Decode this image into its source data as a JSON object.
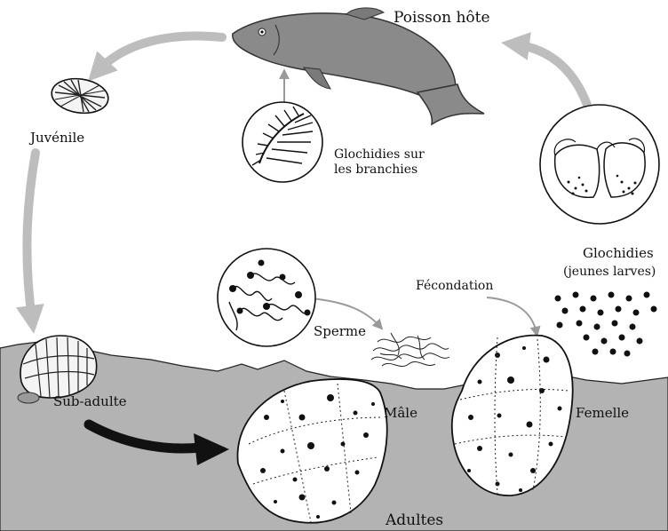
{
  "diagram": {
    "labels": {
      "host_fish": "Poisson hôte",
      "juvenile": "Juvénile",
      "glochidia_gills": "Glochidies sur les branchies",
      "glochidia": "Glochidies",
      "glochidia_sub": "(jeunes larves)",
      "fertilization": "Fécondation",
      "sperm": "Sperme",
      "sub_adult": "Sub-adulte",
      "male": "Mâle",
      "female": "Femelle",
      "adults": "Adultes"
    },
    "colors": {
      "sediment": "#b3b3b3",
      "arrow_gray": "#bdbdbd",
      "fish": "#8a8a8a",
      "ink": "#111111"
    },
    "icons": [
      "fish-icon",
      "juvenile-mussel-icon",
      "gill-filaments-icon",
      "open-glochidium-icon",
      "sperm-cell-icon",
      "larvae-dots-icon",
      "sub-adult-mussel-icon",
      "male-mussel-icon",
      "female-mussel-icon"
    ]
  }
}
